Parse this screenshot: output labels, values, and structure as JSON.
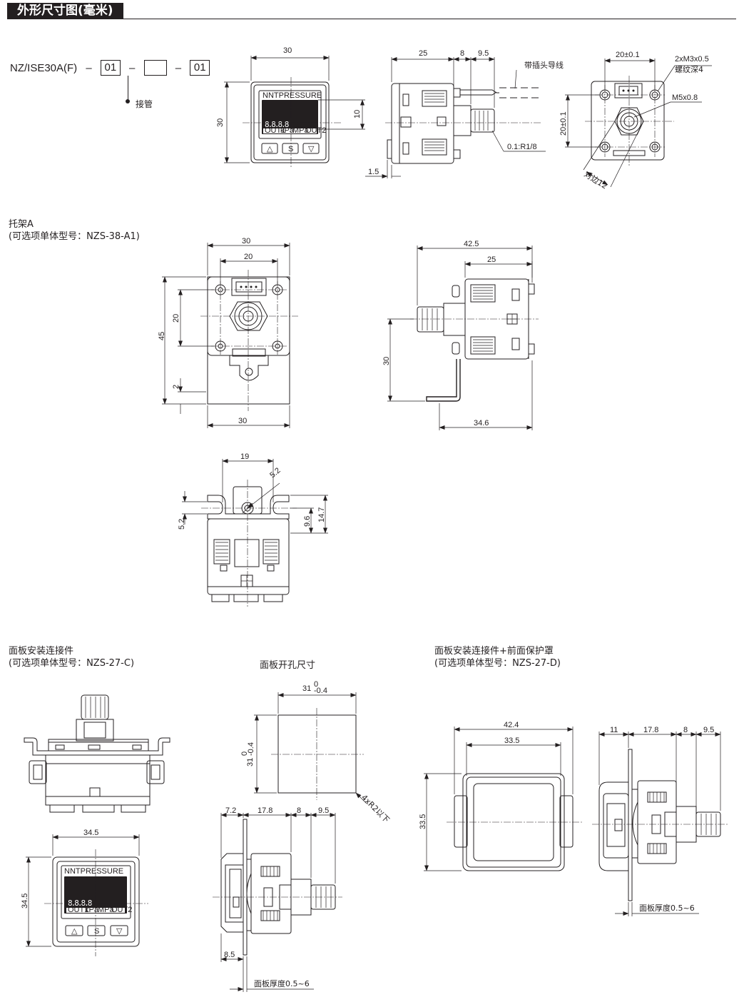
{
  "section_title": "外形尺寸图(毫米)",
  "model_code": {
    "base": "NZ/ISE30A(F)",
    "sep": "–",
    "opt1": "01",
    "opt2": "",
    "opt3": "01",
    "note": "接管"
  },
  "captions": {
    "bracket_a": [
      "托架A",
      "(可选项单体型号：NZS-38-A1)"
    ],
    "panel_adapter": [
      "面板安装连接件",
      "(可选项单体型号：NZS-27-C)"
    ],
    "panel_cutout": "面板开孔尺寸",
    "panel_cover": [
      "面板安装连接件+前面保护罩",
      "(可选项单体型号：NZS-27-D)"
    ]
  },
  "display": {
    "brand": "NNTPRESSURE",
    "digits": "8.8.8.8",
    "units": [
      "OUT1",
      "kPa",
      "MPa",
      "OUT2"
    ],
    "buttons": [
      "△",
      "S",
      "▽"
    ]
  },
  "dims": {
    "front_w": "30",
    "front_h": "30",
    "front_win": "10",
    "side_25": "25",
    "side_8": "8",
    "side_95": "9.5",
    "side_15": "1.5",
    "lead_label": "带插头导线",
    "port_label": "0.1:R1/8",
    "rear_w": "20±0.1",
    "rear_h": "20±0.1",
    "rear_m3": "2xM3x0.5",
    "rear_m3b": "螺纹深4",
    "rear_m5": "M5x0.8",
    "rear_hex": "对边12",
    "ba_w_top": "30",
    "ba_w_in": "20",
    "ba_h": "45",
    "ba_20": "20",
    "ba_2": "2",
    "ba_w_bot": "30",
    "bs_425": "42.5",
    "bs_25": "25",
    "bs_30": "30",
    "bs_346": "34.6",
    "bt_19": "19",
    "bt_52a": "5.2",
    "bt_52b": "5.2",
    "bt_96": "9.6",
    "bt_147": "14.7",
    "pa_345w": "34.5",
    "pa_345h": "34.5",
    "cut_w": "31",
    "cut_h": "31",
    "tol_up": "0",
    "tol_dn": "-0.4",
    "cut_r": "4xR2以下",
    "ps_72": "7.2",
    "ps_178": "17.8",
    "ps_8": "8",
    "ps_95": "9.5",
    "ps_85": "8.5",
    "ps_thk": "面板厚度0.5~6",
    "pc_424": "42.4",
    "pc_335": "33.5",
    "pc_335h": "33.5",
    "pcs_11": "11",
    "pcs_178": "17.8",
    "pcs_8": "8",
    "pcs_95": "9.5",
    "pcs_thk": "面板厚度0.5~6"
  }
}
